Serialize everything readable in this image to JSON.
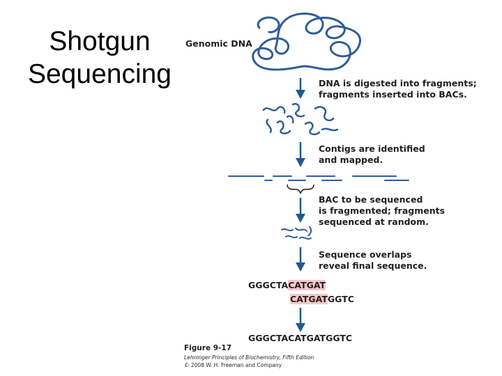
{
  "title": {
    "line1": "Shotgun",
    "line2": "Sequencing"
  },
  "diagram": {
    "genomic_label": "Genomic DNA",
    "steps": [
      {
        "line1": "DNA is digested into fragments;",
        "line2": "fragments inserted into BACs."
      },
      {
        "line1": "Contigs are identified",
        "line2": "and mapped."
      },
      {
        "line1": "BAC to be sequenced",
        "line2": "is fragmented; fragments",
        "line3": "sequenced at random."
      },
      {
        "line1": "Sequence overlaps",
        "line2": "reveal final sequence."
      }
    ],
    "read1": {
      "plain": "GGGCTA",
      "overlap": "CATGAT"
    },
    "read2": {
      "overlap": "CATGAT",
      "plain": "GGTC"
    },
    "final_sequence": "GGGCTACATGATGGTC"
  },
  "caption": {
    "figure": "Figure 9-17",
    "source": "Lehninger Principles of Biochemistry, Fifth Edition",
    "copyright": "© 2008 W. H. Freeman and Company"
  },
  "colors": {
    "dna": "#2f5d99",
    "arrow": "#1f5a8c",
    "text": "#231f20",
    "highlight": "#f7c7c9"
  }
}
